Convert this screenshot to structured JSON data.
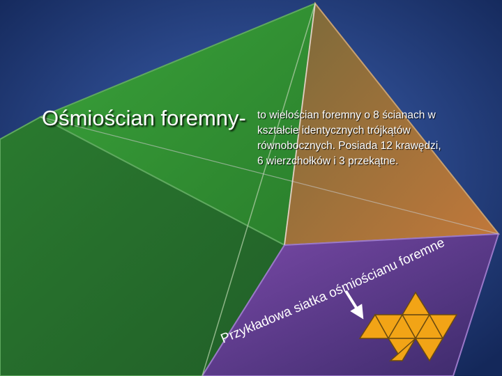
{
  "slide": {
    "title": "Ośmiościan foremny-",
    "description": "to wielościan foremny o 8 ścianach w kształcie identycznych trójkątów równobocznych. Posiada 12 krawędzi, 6 wierzchołków i 3 przekątne.",
    "curved_caption": "Przykładowa siatka ośmiościanu foremnego"
  },
  "colors": {
    "background": "#1e3e7a",
    "face_left": "#2d8a2f",
    "face_right": "#a06a30",
    "face_bottom": "#5a3a86",
    "net_fill": "#f2a416",
    "arrow": "#ffffff"
  },
  "icons": {
    "pointer": "arrow-down-right-icon",
    "net": "octahedron-net-icon"
  }
}
